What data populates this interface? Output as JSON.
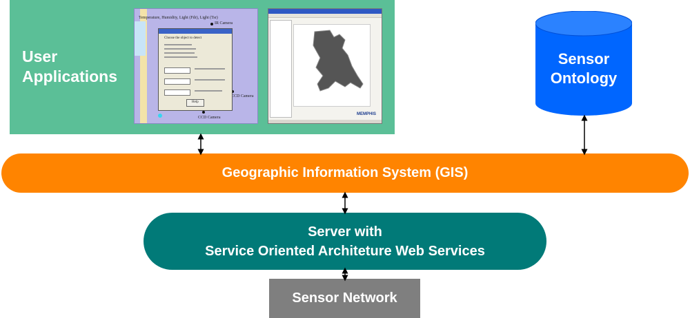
{
  "user_applications": {
    "title_line1": "User",
    "title_line2": "Applications",
    "shot1": {
      "header_text": "Temperature, Humidity, Light (Fdr), Light (Tsr)",
      "camera_label_1": "IR Camera",
      "camera_label_2": "CCD Camera",
      "camera_label_3": "CCD Camera",
      "dialog_heading": "Choose the object to detect",
      "dialog_button": "Help"
    },
    "shot2": {
      "logo_text": "MEMPHIS"
    }
  },
  "ontology": {
    "title_line1": "Sensor",
    "title_line2": "Ontology"
  },
  "gis": {
    "label": "Geographic Information System (GIS)"
  },
  "server": {
    "line1": "Server with",
    "line2": "Service Oriented Architeture Web Services"
  },
  "network": {
    "label": "Sensor Network"
  },
  "colors": {
    "apps_bg": "#5bbf97",
    "ontology_bg": "#0066ff",
    "gis_bg": "#ff8400",
    "server_bg": "#017a78",
    "network_bg": "#7f7f7f"
  }
}
